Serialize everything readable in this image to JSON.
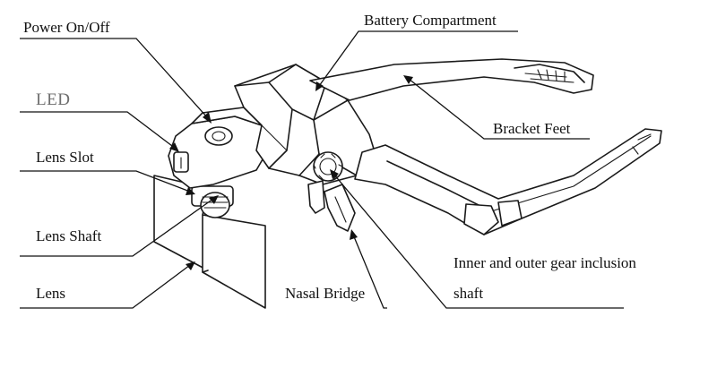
{
  "labels": {
    "power": "Power On/Off",
    "battery": "Battery Compartment",
    "led": "LED",
    "bracket": "Bracket Feet",
    "lens_slot": "Lens Slot",
    "lens_shaft": "Lens Shaft",
    "gear": "Inner and outer gear inclusion",
    "shaft": "shaft",
    "lens": "Lens",
    "nasal": "Nasal Bridge"
  },
  "colors": {
    "ink": "#1a1a1a",
    "led_label": "#6e6e6e",
    "background": "#ffffff"
  }
}
